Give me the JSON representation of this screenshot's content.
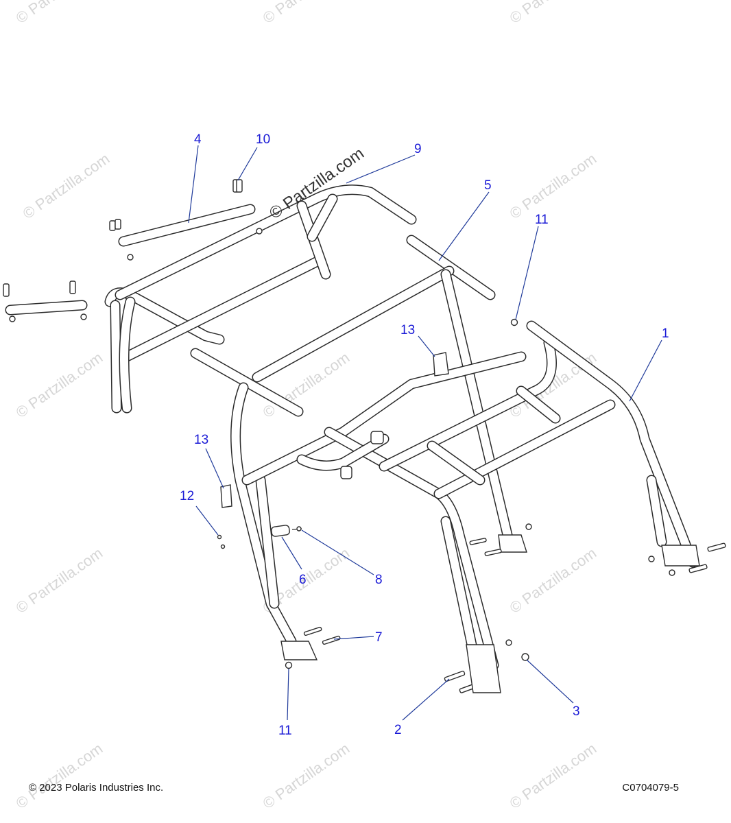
{
  "watermark": {
    "text": "© Partzilla.com",
    "color": "#c9c9c9"
  },
  "diagram": {
    "callouts": [
      "1",
      "2",
      "3",
      "4",
      "5",
      "6",
      "7",
      "8",
      "9",
      "10",
      "11",
      "11",
      "12",
      "13",
      "13"
    ],
    "callout_color": "#1a1ad6",
    "leader_color": "#1f3a9a",
    "line_color": "#2b2b2b"
  },
  "footer": {
    "copyright": "© 2023 Polaris Industries Inc.",
    "diagram_id": "C0704079-5"
  }
}
